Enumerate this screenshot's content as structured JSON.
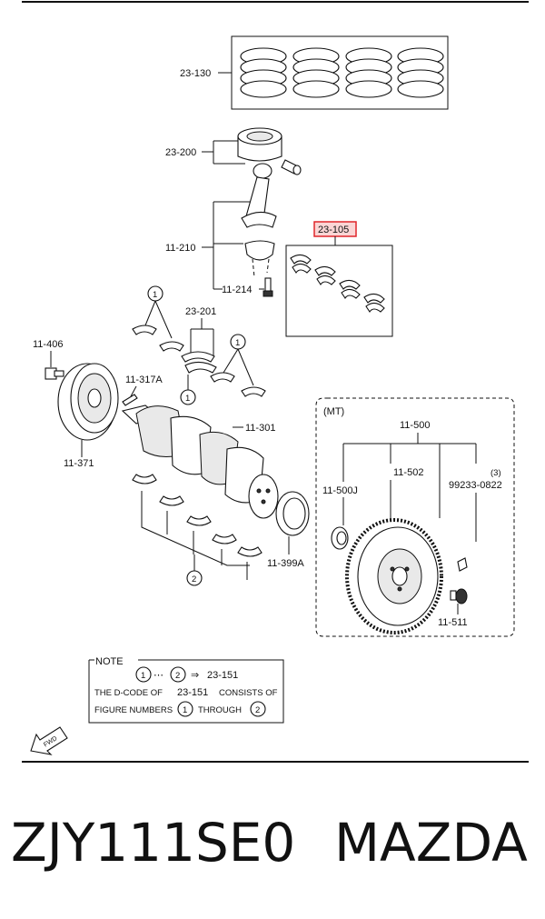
{
  "callouts": {
    "c23_130": "23-130",
    "c23_200": "23-200",
    "c23_105": "23-105",
    "c11_210": "11-210",
    "c11_214": "11-214",
    "c23_201": "23-201",
    "c11_406": "11-406",
    "c11_317A": "11-317A",
    "c11_301": "11-301",
    "c11_371": "11-371",
    "c11_399A": "11-399A",
    "mt": "(MT)",
    "c11_500": "11-500",
    "c11_500J": "11-500J",
    "c11_502": "11-502",
    "qty3": "(3)",
    "c99233_0822": "99233-0822",
    "c11_511": "11-511",
    "circle1": "1",
    "circle2": "2"
  },
  "note": {
    "title": "NOTE",
    "line1_mid": "⋯",
    "line1_arrow": "⇒",
    "line1_code": "23-151",
    "line2_a": "THE D-CODE OF",
    "line2_code": "23-151",
    "line2_b": "CONSISTS OF",
    "line3_a": "FIGURE NUMBERS",
    "line3_b": "THROUGH"
  },
  "fwd_label": "FWD",
  "highlight_color": "#e0262b",
  "caption": {
    "part_code": "ZJY111SE0",
    "brand": "MAZDA"
  }
}
